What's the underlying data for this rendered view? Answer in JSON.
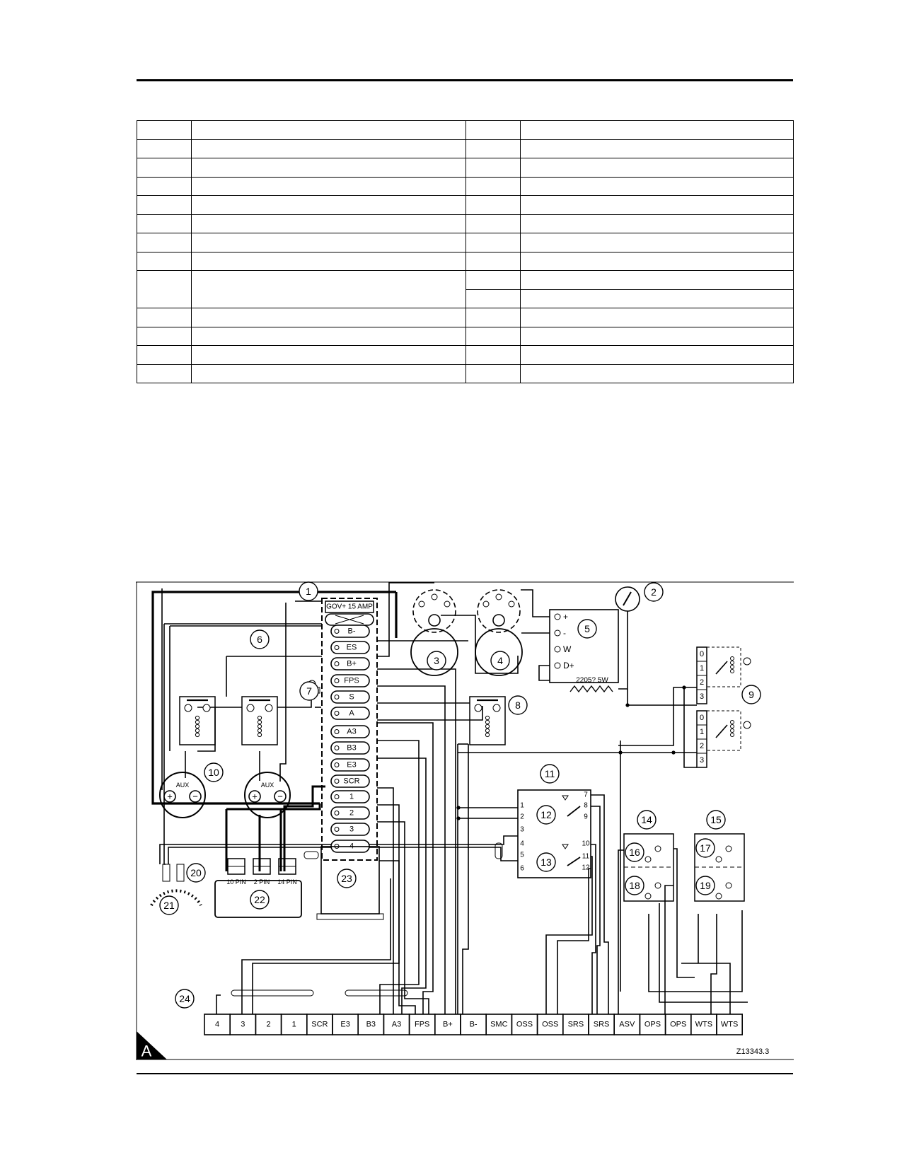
{
  "legend_table": {
    "rows": [
      [
        "",
        "",
        "",
        ""
      ],
      [
        "",
        "",
        "",
        ""
      ],
      [
        "",
        "",
        "",
        ""
      ],
      [
        "",
        "",
        "",
        ""
      ],
      [
        "",
        "",
        "",
        ""
      ],
      [
        "",
        "",
        "",
        ""
      ],
      [
        "",
        "",
        "",
        ""
      ],
      [
        "",
        "",
        "",
        ""
      ],
      [
        "",
        "",
        "",
        ""
      ],
      [
        "",
        "",
        "",
        ""
      ],
      [
        "",
        "",
        "",
        ""
      ],
      [
        "",
        "",
        "",
        ""
      ],
      [
        "",
        "",
        "",
        ""
      ],
      [
        "",
        "",
        "",
        ""
      ]
    ]
  },
  "diagram": {
    "panel_letter": "A",
    "figure_code": "Z13343.3",
    "fuse_label": "GOV+ 15 AMP",
    "resistor_label": "2205? 5W",
    "connector_labels": [
      "10 PIN",
      "2 PIN",
      "14 PIN"
    ],
    "aux_label": "AUX",
    "callouts": [
      "1",
      "2",
      "3",
      "4",
      "5",
      "6",
      "7",
      "8",
      "9",
      "10",
      "11",
      "12",
      "13",
      "14",
      "15",
      "16",
      "17",
      "18",
      "19",
      "20",
      "21",
      "22",
      "23",
      "24"
    ],
    "fuse_box_terminals": [
      "B-",
      "ES",
      "B+",
      "FPS",
      "S",
      "A",
      "A3",
      "B3",
      "E3",
      "SCR",
      "1",
      "2",
      "3",
      "4"
    ],
    "regulator_terminals": [
      "+",
      "-",
      "W",
      "D+"
    ],
    "relay_pins_left": [
      "1",
      "2",
      "3",
      "4",
      "5",
      "6"
    ],
    "relay_pins_right": [
      "7",
      "8",
      "9",
      "10",
      "11",
      "12"
    ],
    "switch_positions": [
      "0",
      "1",
      "2",
      "3"
    ],
    "terminal_strip": [
      "4",
      "3",
      "2",
      "1",
      "SCR",
      "E3",
      "B3",
      "A3",
      "FPS",
      "B+",
      "B-",
      "SMC",
      "OSS",
      "OSS",
      "SRS",
      "SRS",
      "ASV",
      "OPS",
      "OPS",
      "WTS",
      "WTS"
    ]
  }
}
